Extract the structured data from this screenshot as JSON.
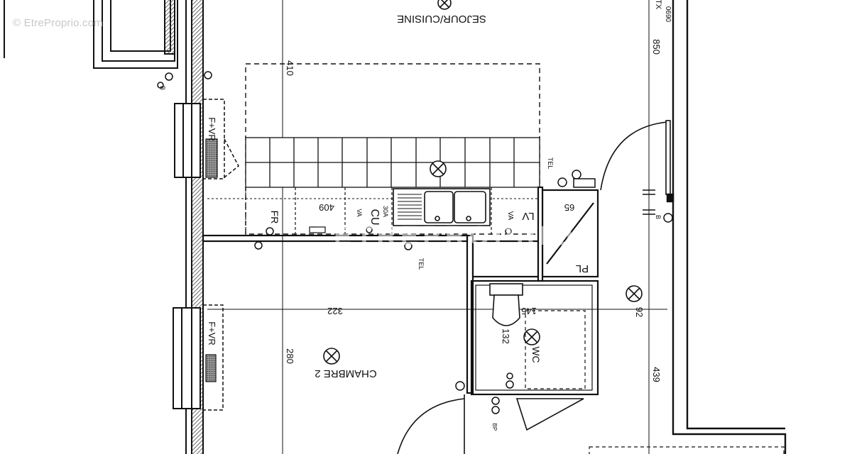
{
  "watermark": {
    "top_left": "© EtreProprio.com",
    "center": "ETREPROPRIO"
  },
  "rooms": {
    "sejour_cuisine": "SEJOUR/CUISINE",
    "chambre_2": "CHAMBRE 2",
    "wc": "WC"
  },
  "fixtures": {
    "fr": "FR",
    "lv_upper": "LV",
    "pl": "PL",
    "cu": "CU",
    "va": "VA",
    "va2": "VA",
    "hp": "30A",
    "tel_kitchen": "TEL",
    "tel_corridor": "TEL",
    "f_vr_upper": "F+VR",
    "f_vr_lower": "F+VR",
    "tx": "TX",
    "bp": "BP",
    "b_mark": "B",
    "b_mark2": "B"
  },
  "dimensions": {
    "d410": "410",
    "d280": "280",
    "d322": "322",
    "d409": "409",
    "d65": "65",
    "d145": "145",
    "d132": "132",
    "d92": "92",
    "d439": "439",
    "d850": "850",
    "d6090": "0690"
  },
  "colors": {
    "line": "#111111",
    "hatch": "#555555",
    "watermark": "#c8c8c8"
  }
}
